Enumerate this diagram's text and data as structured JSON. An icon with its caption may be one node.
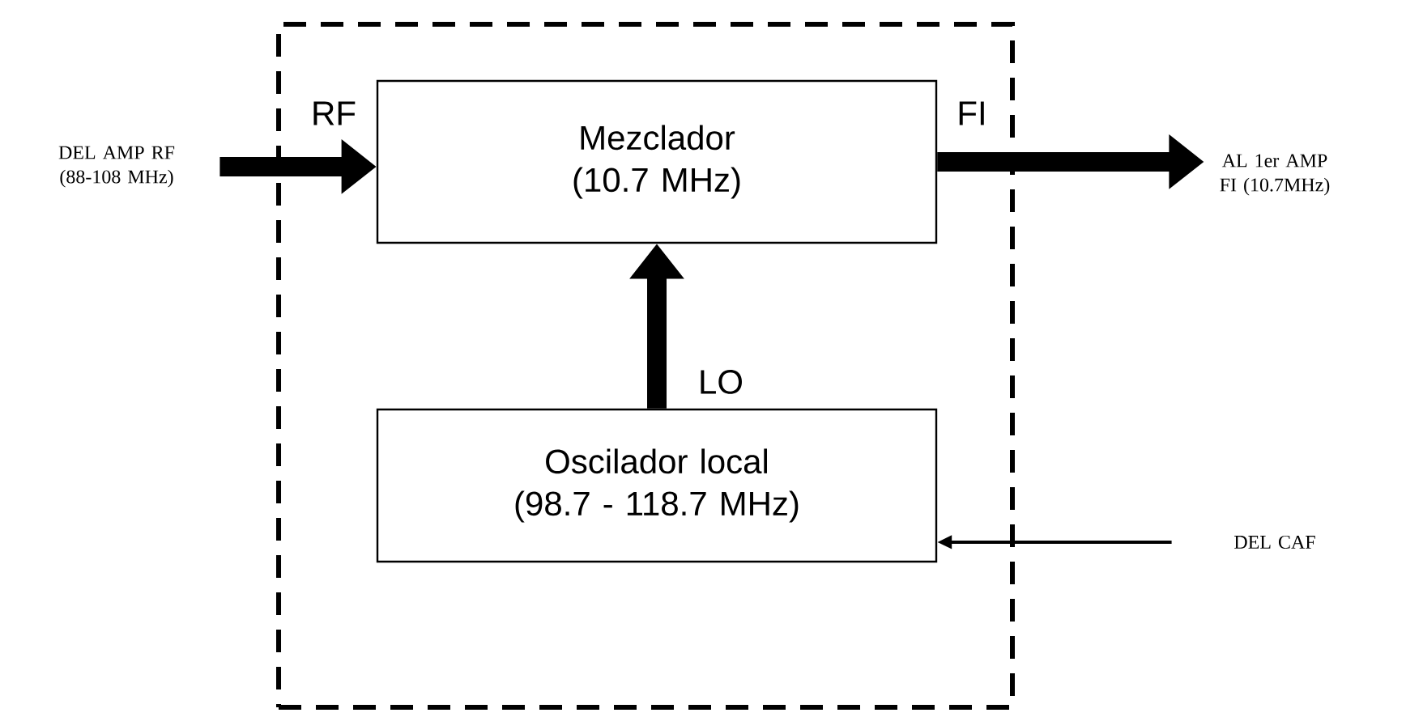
{
  "diagram": {
    "nodes": [
      {
        "text": [],
        "shape": "box"
      },
      {
        "text": [
          "Mezclador (10.7 MHz)"
        ],
        "in": 0
      },
      {
        "text": [
          "Oscilador local (98.7 - 118.7 MHz)"
        ],
        "in": 0
      },
      {
        "text": [
          "DEL AMP RF (88-108 MHz)"
        ]
      },
      {
        "text": [
          "AL 1er AMP FI (10.7MHz)"
        ]
      },
      {
        "text": [
          "DEL CAF"
        ]
      }
    ],
    "edges": [
      {
        "from": 3,
        "to": 1,
        "arrow": "to",
        "label": "RF"
      },
      {
        "from": 1,
        "to": 4,
        "arrow": "to",
        "label": "FI"
      },
      {
        "from": 2,
        "to": 1,
        "arrow": "to",
        "label": "LO"
      },
      {
        "from": 5,
        "to": 2,
        "arrow": "to"
      }
    ]
  }
}
